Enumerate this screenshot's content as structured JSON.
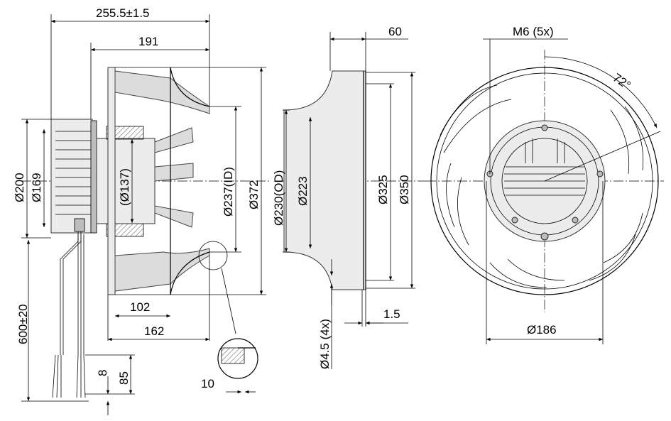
{
  "drawing": {
    "side_view": {
      "overall_length": "255.5±1.5",
      "impeller_length": "191",
      "motor_dia": "Ø200",
      "flange_dia": "Ø169",
      "hub_dia": "(Ø137)",
      "inlet_id": "Ø237(ID)",
      "outer_dia": "Ø372",
      "blade_depth": "102",
      "depth_162": "162",
      "cable_length": "600±20",
      "strip_8": "8",
      "strip_85": "85",
      "lip_10": "10"
    },
    "inlet_ring": {
      "width": "60",
      "od": "Ø230(OD)",
      "inner": "Ø223",
      "pitch": "Ø325",
      "outer": "Ø350",
      "holes": "Ø4.5 (4x)",
      "thickness": "1.5"
    },
    "front_view": {
      "thread": "M6 (5x)",
      "angle": "72°",
      "bolt_circle": "Ø186"
    }
  }
}
